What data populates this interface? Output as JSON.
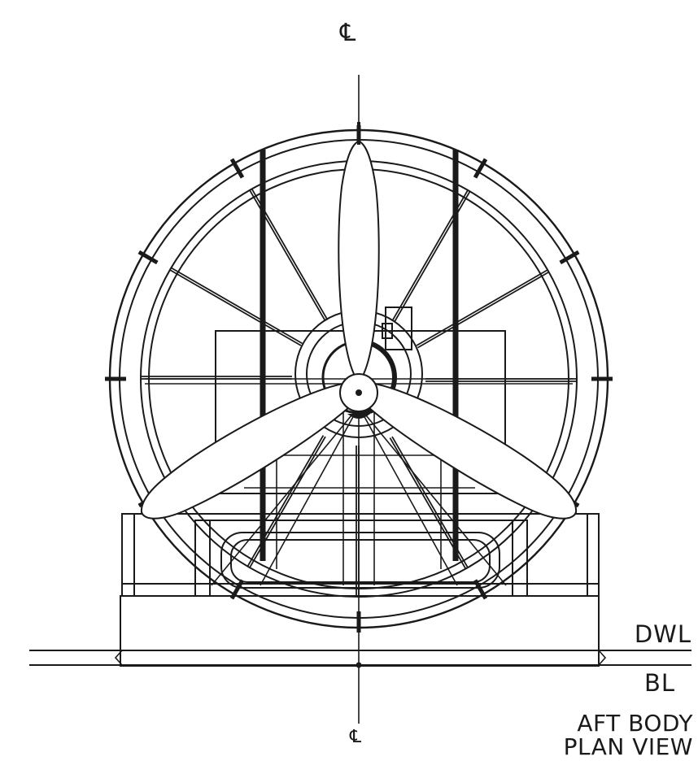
{
  "labels": {
    "centerline_top": "℄",
    "centerline_bottom": "℄",
    "dwl": "DWL",
    "bl": "BL",
    "title_line1": "AFT BODY",
    "title_line2": "PLAN VIEW"
  },
  "colors": {
    "ink": "#1a1a1a",
    "paper": "#ffffff",
    "blade_fill": "#ffffff"
  },
  "propeller": {
    "blades": 3
  },
  "guard": {
    "spokes": 12
  }
}
